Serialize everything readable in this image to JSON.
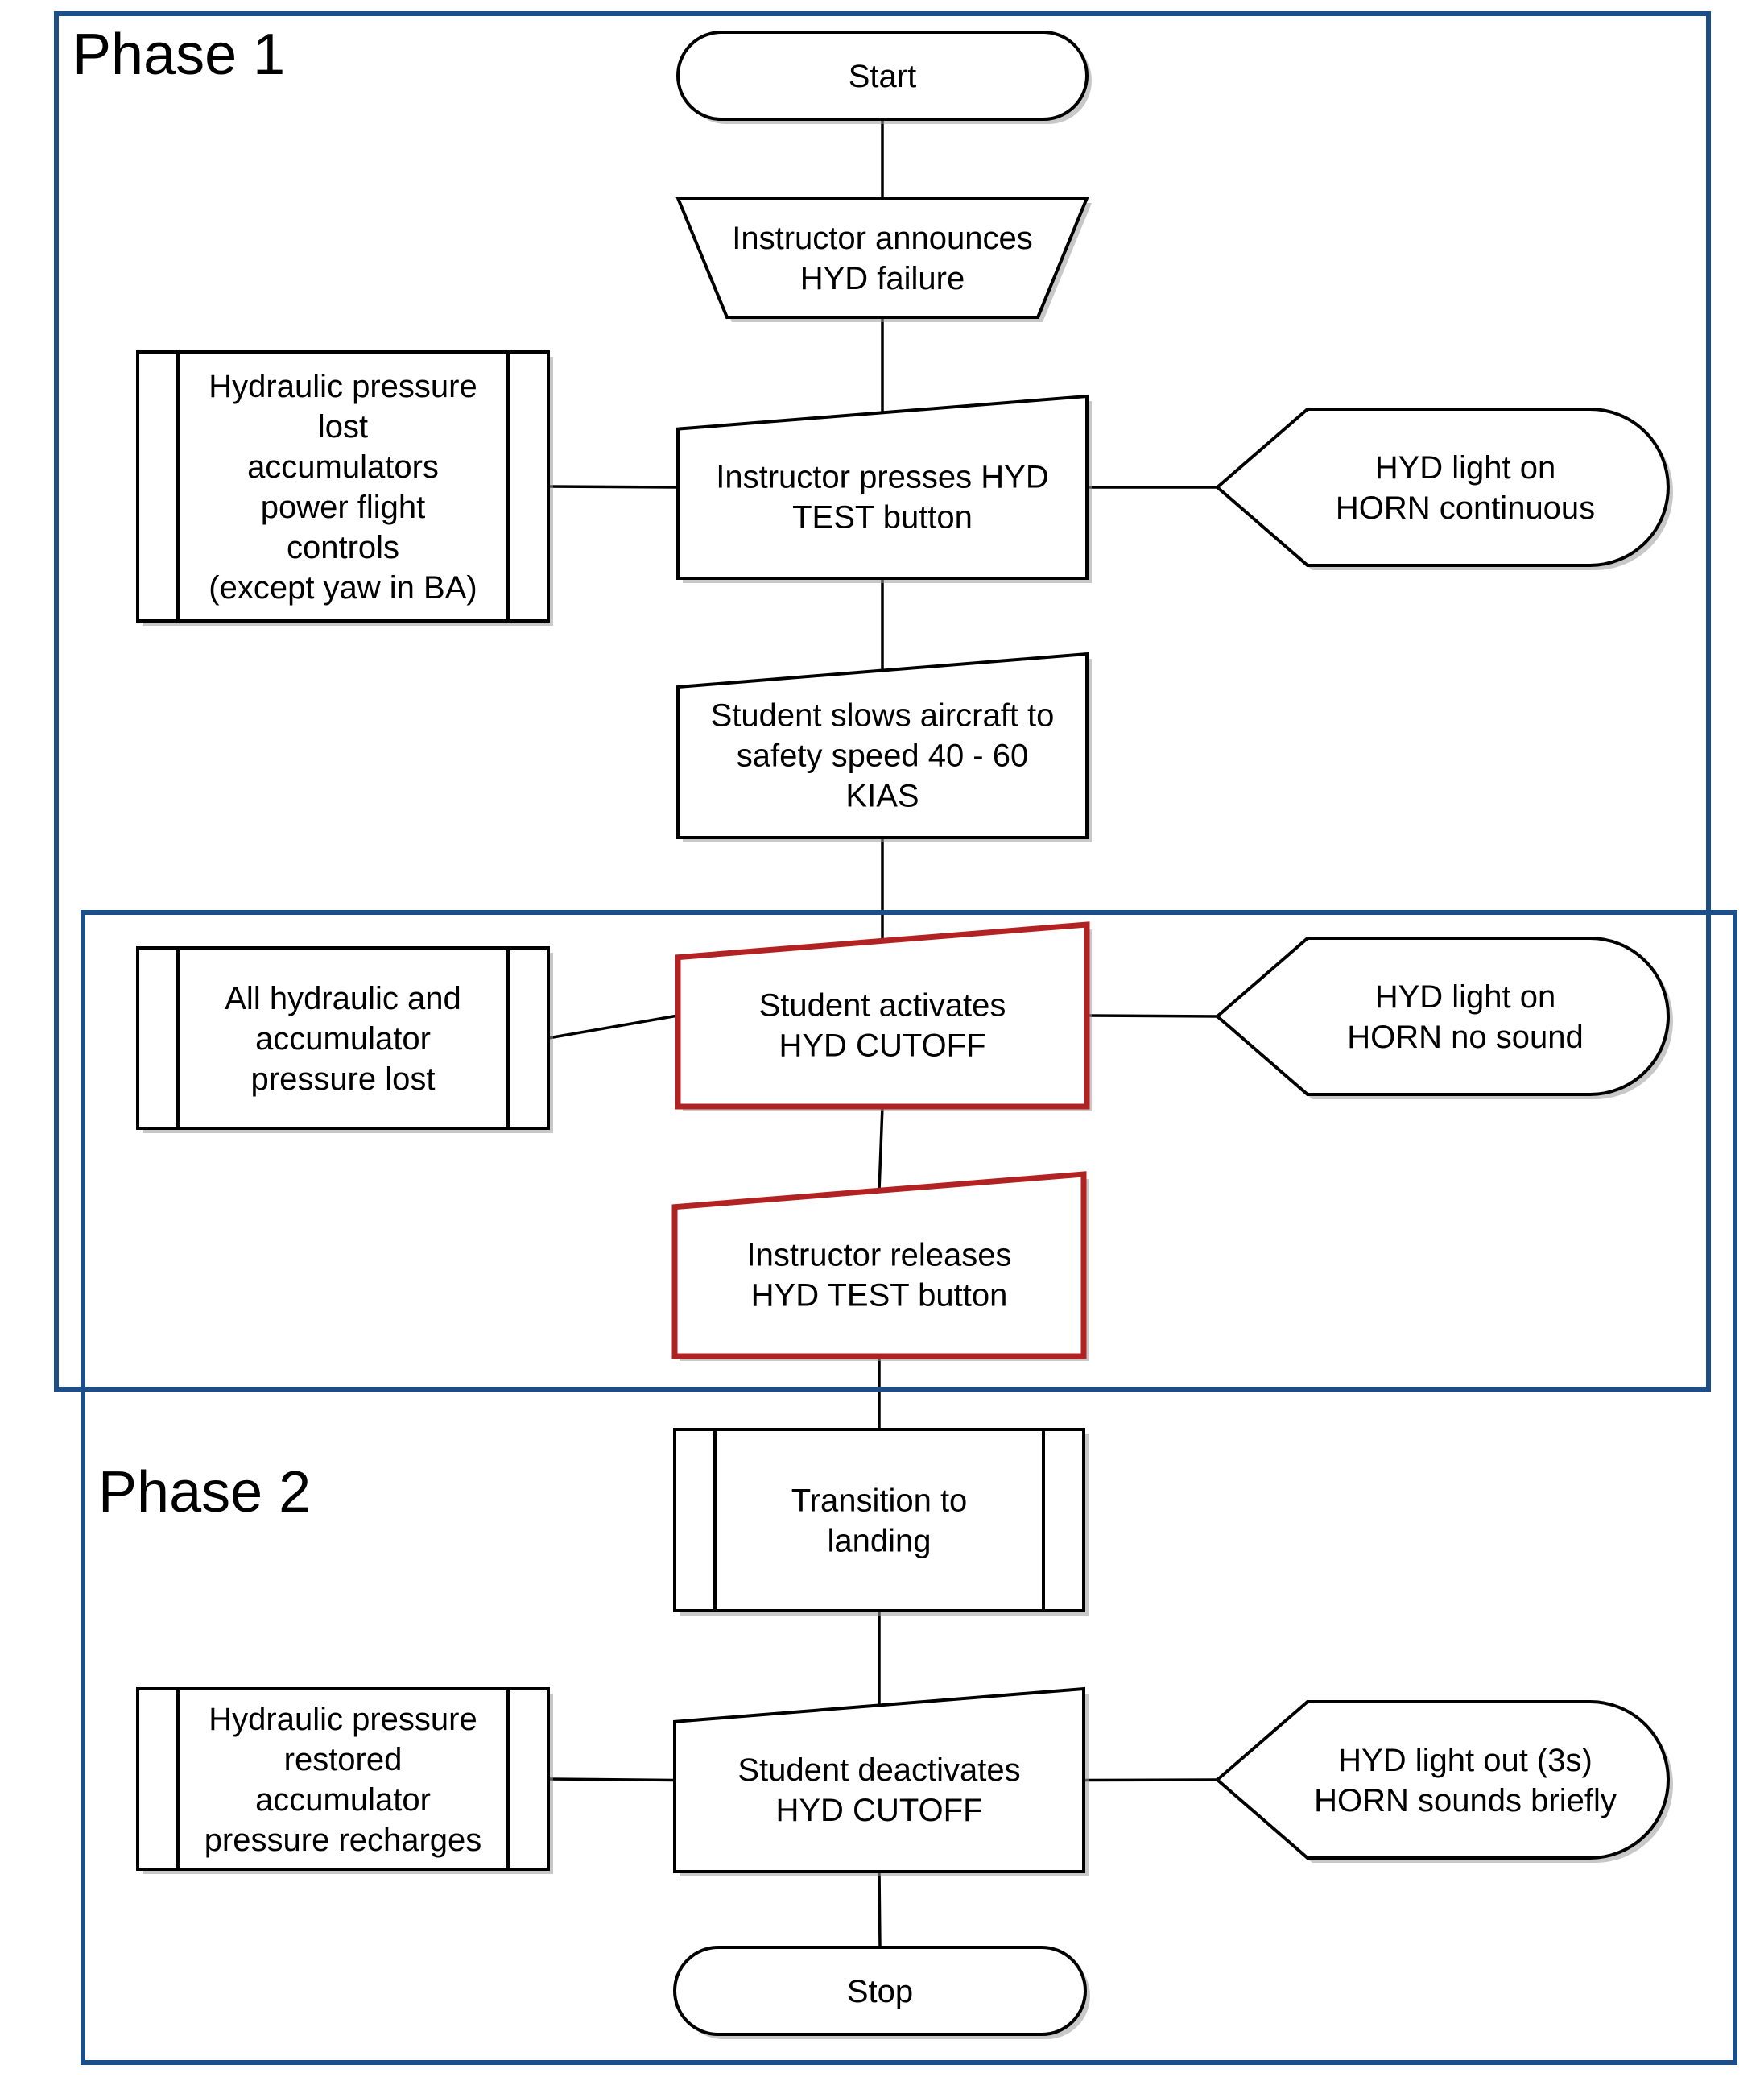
{
  "colors": {
    "phase_border": "#1c4f8a",
    "highlight_border": "#b22222",
    "stroke": "#000000"
  },
  "phases": {
    "phase1": "Phase 1",
    "phase2": "Phase 2"
  },
  "nodes": {
    "start": {
      "lines": [
        "Start"
      ],
      "shape": "terminator"
    },
    "announce": {
      "lines": [
        "Instructor announces",
        "HYD failure"
      ],
      "shape": "manual-operation"
    },
    "press_test": {
      "lines": [
        "Instructor presses HYD",
        "TEST button"
      ],
      "shape": "manual-input"
    },
    "pressure_lost": {
      "lines": [
        "Hydraulic pressure",
        "lost",
        "accumulators",
        "power flight",
        "controls",
        "(except yaw in BA)"
      ],
      "shape": "predefined-process"
    },
    "light_on_horn": {
      "lines": [
        "HYD light on",
        "HORN continuous"
      ],
      "shape": "display"
    },
    "slows": {
      "lines": [
        "Student slows aircraft to",
        "safety speed 40 - 60",
        "KIAS"
      ],
      "shape": "manual-input"
    },
    "activates_cutoff": {
      "lines": [
        "Student activates",
        "HYD CUTOFF"
      ],
      "shape": "manual-input",
      "highlighted": true
    },
    "all_lost": {
      "lines": [
        "All hydraulic and",
        "accumulator",
        "pressure lost"
      ],
      "shape": "predefined-process"
    },
    "light_on_no_sound": {
      "lines": [
        "HYD light on",
        "HORN no sound"
      ],
      "shape": "display"
    },
    "releases_test": {
      "lines": [
        "Instructor releases",
        "HYD TEST button"
      ],
      "shape": "manual-input",
      "highlighted": true
    },
    "transition": {
      "lines": [
        "Transition to",
        "landing"
      ],
      "shape": "predefined-process"
    },
    "restored": {
      "lines": [
        "Hydraulic pressure",
        "restored",
        "accumulator",
        "pressure recharges"
      ],
      "shape": "predefined-process"
    },
    "deactivates": {
      "lines": [
        "Student deactivates",
        "HYD CUTOFF"
      ],
      "shape": "manual-input"
    },
    "light_out": {
      "lines": [
        "HYD light out (3s)",
        "HORN sounds briefly"
      ],
      "shape": "display"
    },
    "stop": {
      "lines": [
        "Stop"
      ],
      "shape": "terminator"
    }
  },
  "edges": [
    [
      "start",
      "announce"
    ],
    [
      "announce",
      "press_test"
    ],
    [
      "pressure_lost",
      "press_test"
    ],
    [
      "press_test",
      "light_on_horn"
    ],
    [
      "press_test",
      "slows"
    ],
    [
      "slows",
      "activates_cutoff"
    ],
    [
      "all_lost",
      "activates_cutoff"
    ],
    [
      "activates_cutoff",
      "light_on_no_sound"
    ],
    [
      "activates_cutoff",
      "releases_test"
    ],
    [
      "releases_test",
      "transition"
    ],
    [
      "transition",
      "deactivates"
    ],
    [
      "restored",
      "deactivates"
    ],
    [
      "deactivates",
      "light_out"
    ],
    [
      "deactivates",
      "stop"
    ]
  ]
}
